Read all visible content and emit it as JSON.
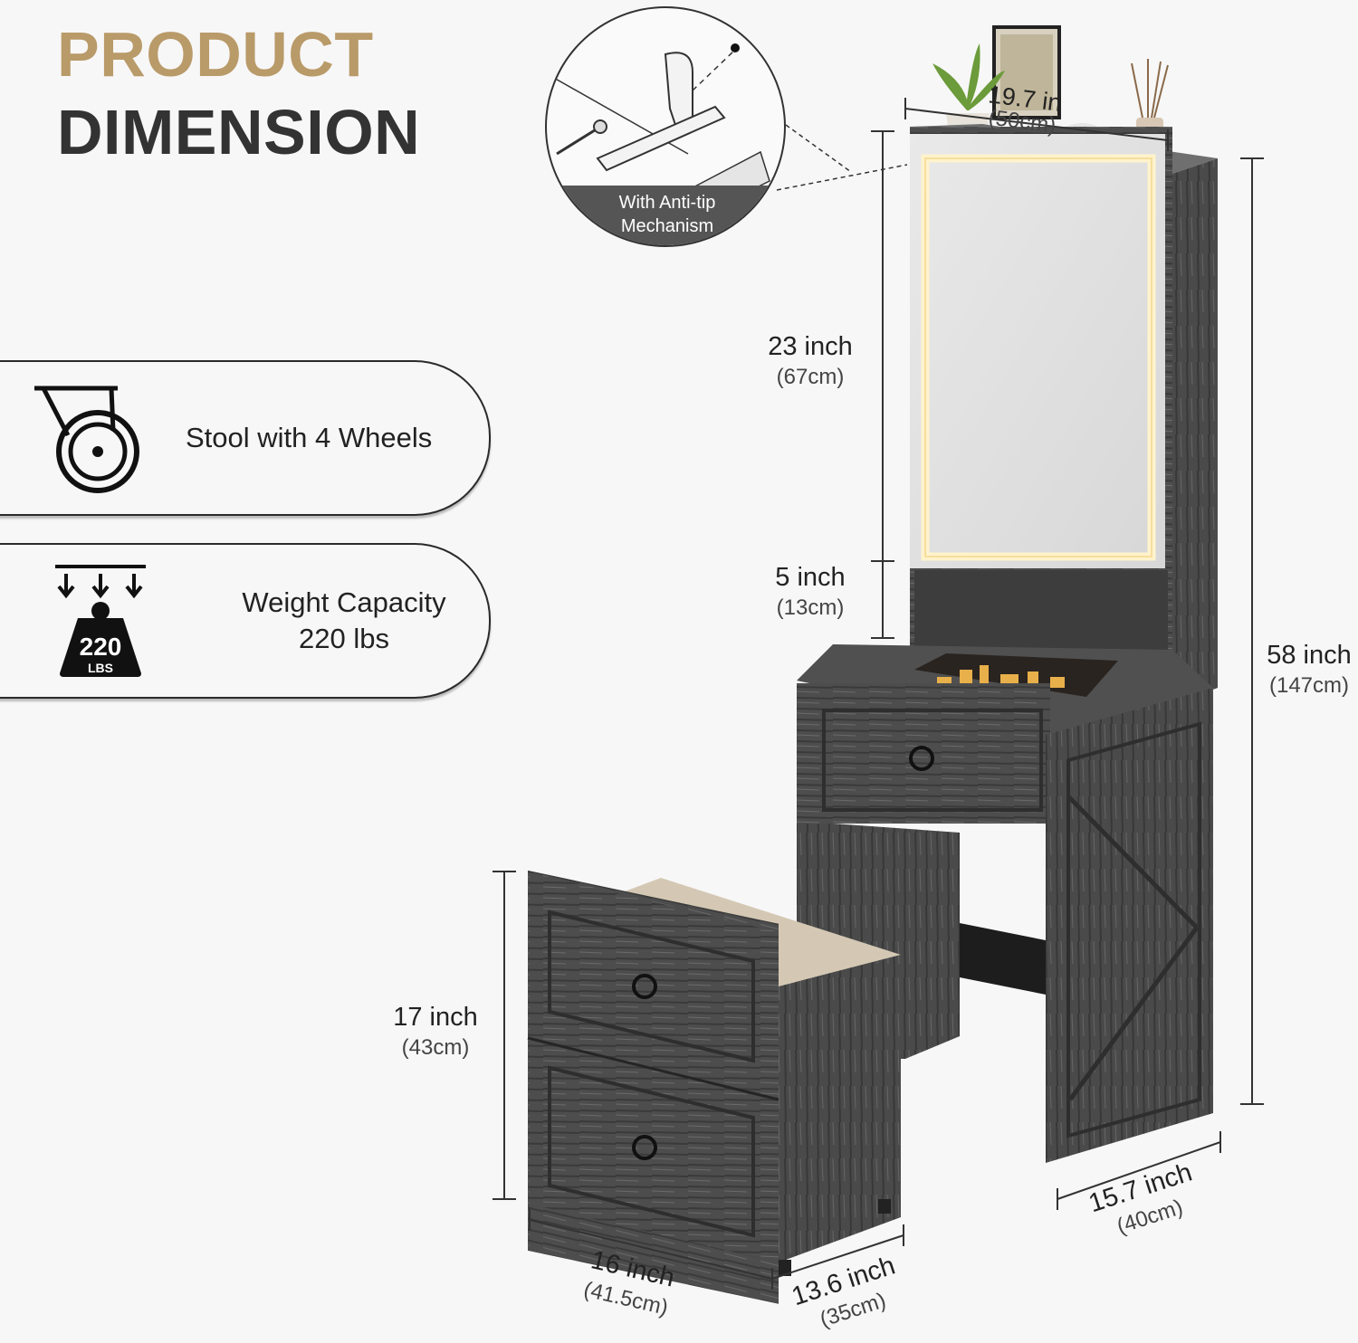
{
  "title": {
    "line1": "PRODUCT",
    "line2": "DIMENSION"
  },
  "features": [
    {
      "label": "Stool with 4 Wheels",
      "icon": "caster-wheel-icon"
    },
    {
      "label_line1": "Weight Capacity",
      "label_line2": "220 lbs",
      "icon": "weight-220-lbs-icon",
      "icon_text": "220",
      "icon_unit": "LBS"
    }
  ],
  "anti_tip": {
    "label_line1": "With Anti-tip",
    "label_line2": "Mechanism"
  },
  "dimensions": {
    "top_width": {
      "inch": "19.7 in",
      "cm": "(50cm)"
    },
    "mirror_height": {
      "inch": "23 inch",
      "cm": "(67cm)"
    },
    "shelf_height": {
      "inch": "5 inch",
      "cm": "(13cm)"
    },
    "total_height": {
      "inch": "58 inch",
      "cm": "(147cm)"
    },
    "stool_height": {
      "inch": "17 inch",
      "cm": "(43cm)"
    },
    "stool_width": {
      "inch": "16 inch",
      "cm": "(41.5cm)"
    },
    "stool_depth": {
      "inch": "13.6 inch",
      "cm": "(35cm)"
    },
    "vanity_depth": {
      "inch": "15.7 inch",
      "cm": "(40cm)"
    }
  },
  "colors": {
    "accent": "#b99a69",
    "title_dark": "#333333",
    "wood": "#4a4a4a",
    "mirror_glow": "#fff1cf"
  }
}
